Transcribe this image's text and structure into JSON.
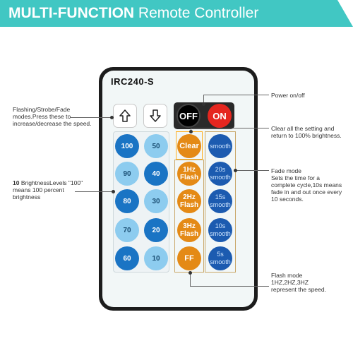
{
  "banner": {
    "title_bold": "MULTI-FUNCTION",
    "title_rest": " Remote Controller",
    "color": "#41c7c3"
  },
  "remote": {
    "model": "IRC240-S",
    "off_label": "OFF",
    "on_label": "ON",
    "clear_label": "Clear",
    "brightness": [
      "100",
      "50",
      "90",
      "40",
      "80",
      "30",
      "70",
      "20",
      "60",
      "10"
    ],
    "flash": [
      {
        "line1": "1Hz",
        "line2": "Flash"
      },
      {
        "line1": "2Hz",
        "line2": "Flash"
      },
      {
        "line1": "3Hz",
        "line2": "Flash"
      },
      {
        "line1": "FF",
        "line2": ""
      }
    ],
    "smooth": [
      {
        "line1": "smooth",
        "line2": ""
      },
      {
        "line1": "20s",
        "line2": "smooth"
      },
      {
        "line1": "15s",
        "line2": "smooth"
      },
      {
        "line1": "10s",
        "line2": "smooth"
      },
      {
        "line1": "5s",
        "line2": "smooth"
      }
    ]
  },
  "annotations": {
    "power": "Power on/off",
    "flashing_strobe": "Flashing/Strobe/Fade modes.Press these to increase/decrease the speed.",
    "clear": "Clear all the setting and return to 100% brightness.",
    "fade_title": "Fade mode",
    "fade_body": "Sets the time for a complete cycle,10s means fade in and out once every 10 seconds.",
    "brightness_bold": "10",
    "brightness_rest": " BrightnessLevels \"100\" means 100 percent brightness",
    "flash_title": "Flash mode",
    "flash_body": "1HZ,2HZ,3HZ represent the speed."
  }
}
